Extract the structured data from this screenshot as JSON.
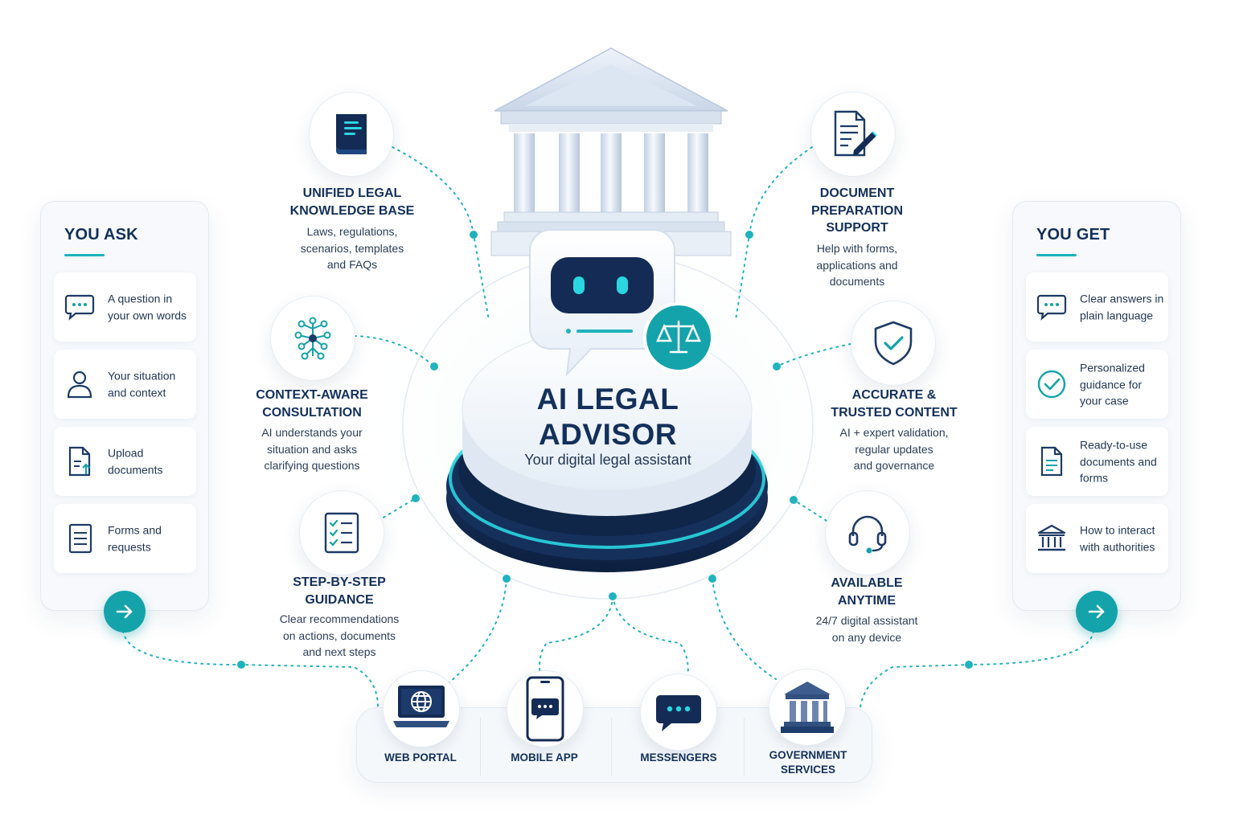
{
  "center": {
    "title_line1": "AI LEGAL",
    "title_line2": "ADVISOR",
    "subtitle": "Your digital legal assistant"
  },
  "you_ask": {
    "title": "YOU ASK",
    "items": [
      {
        "icon": "chat-bubble-icon",
        "text": "A question in your own words"
      },
      {
        "icon": "user-icon",
        "text": "Your situation and context"
      },
      {
        "icon": "document-upload-icon",
        "text": "Upload documents"
      },
      {
        "icon": "form-icon",
        "text": "Forms and requests"
      }
    ]
  },
  "you_get": {
    "title": "YOU GET",
    "items": [
      {
        "icon": "chat-bubble-icon",
        "text": "Clear answers in plain language"
      },
      {
        "icon": "check-circle-icon",
        "text": "Personalized guidance for your case"
      },
      {
        "icon": "document-icon",
        "text": "Ready-to-use documents and forms"
      },
      {
        "icon": "government-building-icon",
        "text": "How to interact with authorities"
      }
    ]
  },
  "features": {
    "knowledge_base": {
      "icon": "law-book-icon",
      "title_line1": "UNIFIED LEGAL",
      "title_line2": "KNOWLEDGE BASE",
      "desc_line1": "Laws, regulations,",
      "desc_line2": "scenarios, templates",
      "desc_line3": "and FAQs"
    },
    "context_aware": {
      "icon": "neural-network-icon",
      "title_line1": "CONTEXT-AWARE",
      "title_line2": "CONSULTATION",
      "desc_line1": "AI understands your",
      "desc_line2": "situation and asks",
      "desc_line3": "clarifying questions"
    },
    "step_by_step": {
      "icon": "checklist-icon",
      "title_line1": "STEP-BY-STEP",
      "title_line2": "GUIDANCE",
      "desc_line1": "Clear recommendations",
      "desc_line2": "on actions, documents",
      "desc_line3": "and next steps"
    },
    "document_prep": {
      "icon": "document-edit-icon",
      "title_line1": "DOCUMENT",
      "title_line2": "PREPARATION",
      "title_line3": "SUPPORT",
      "desc_line1": "Help with forms,",
      "desc_line2": "applications and",
      "desc_line3": "documents"
    },
    "accurate": {
      "icon": "shield-check-icon",
      "title_line1": "ACCURATE &",
      "title_line2": "TRUSTED CONTENT",
      "desc_line1": "AI + expert validation,",
      "desc_line2": "regular updates",
      "desc_line3": "and governance"
    },
    "available": {
      "icon": "headset-icon",
      "title_line1": "AVAILABLE",
      "title_line2": "ANYTIME",
      "desc_line1": "24/7 digital assistant",
      "desc_line2": "on any device"
    }
  },
  "channels": [
    {
      "icon": "laptop-globe-icon",
      "label": "WEB PORTAL"
    },
    {
      "icon": "smartphone-chat-icon",
      "label": "MOBILE APP"
    },
    {
      "icon": "messenger-chat-icon",
      "label": "MESSENGERS"
    },
    {
      "icon": "government-building-icon",
      "label_line1": "GOVERNMENT",
      "label_line2": "SERVICES"
    }
  ],
  "colors": {
    "navy": "#13305a",
    "teal": "#14a3aa",
    "accent_cyan": "#1fb3bd",
    "panel_bg": "#f7f9fc"
  }
}
